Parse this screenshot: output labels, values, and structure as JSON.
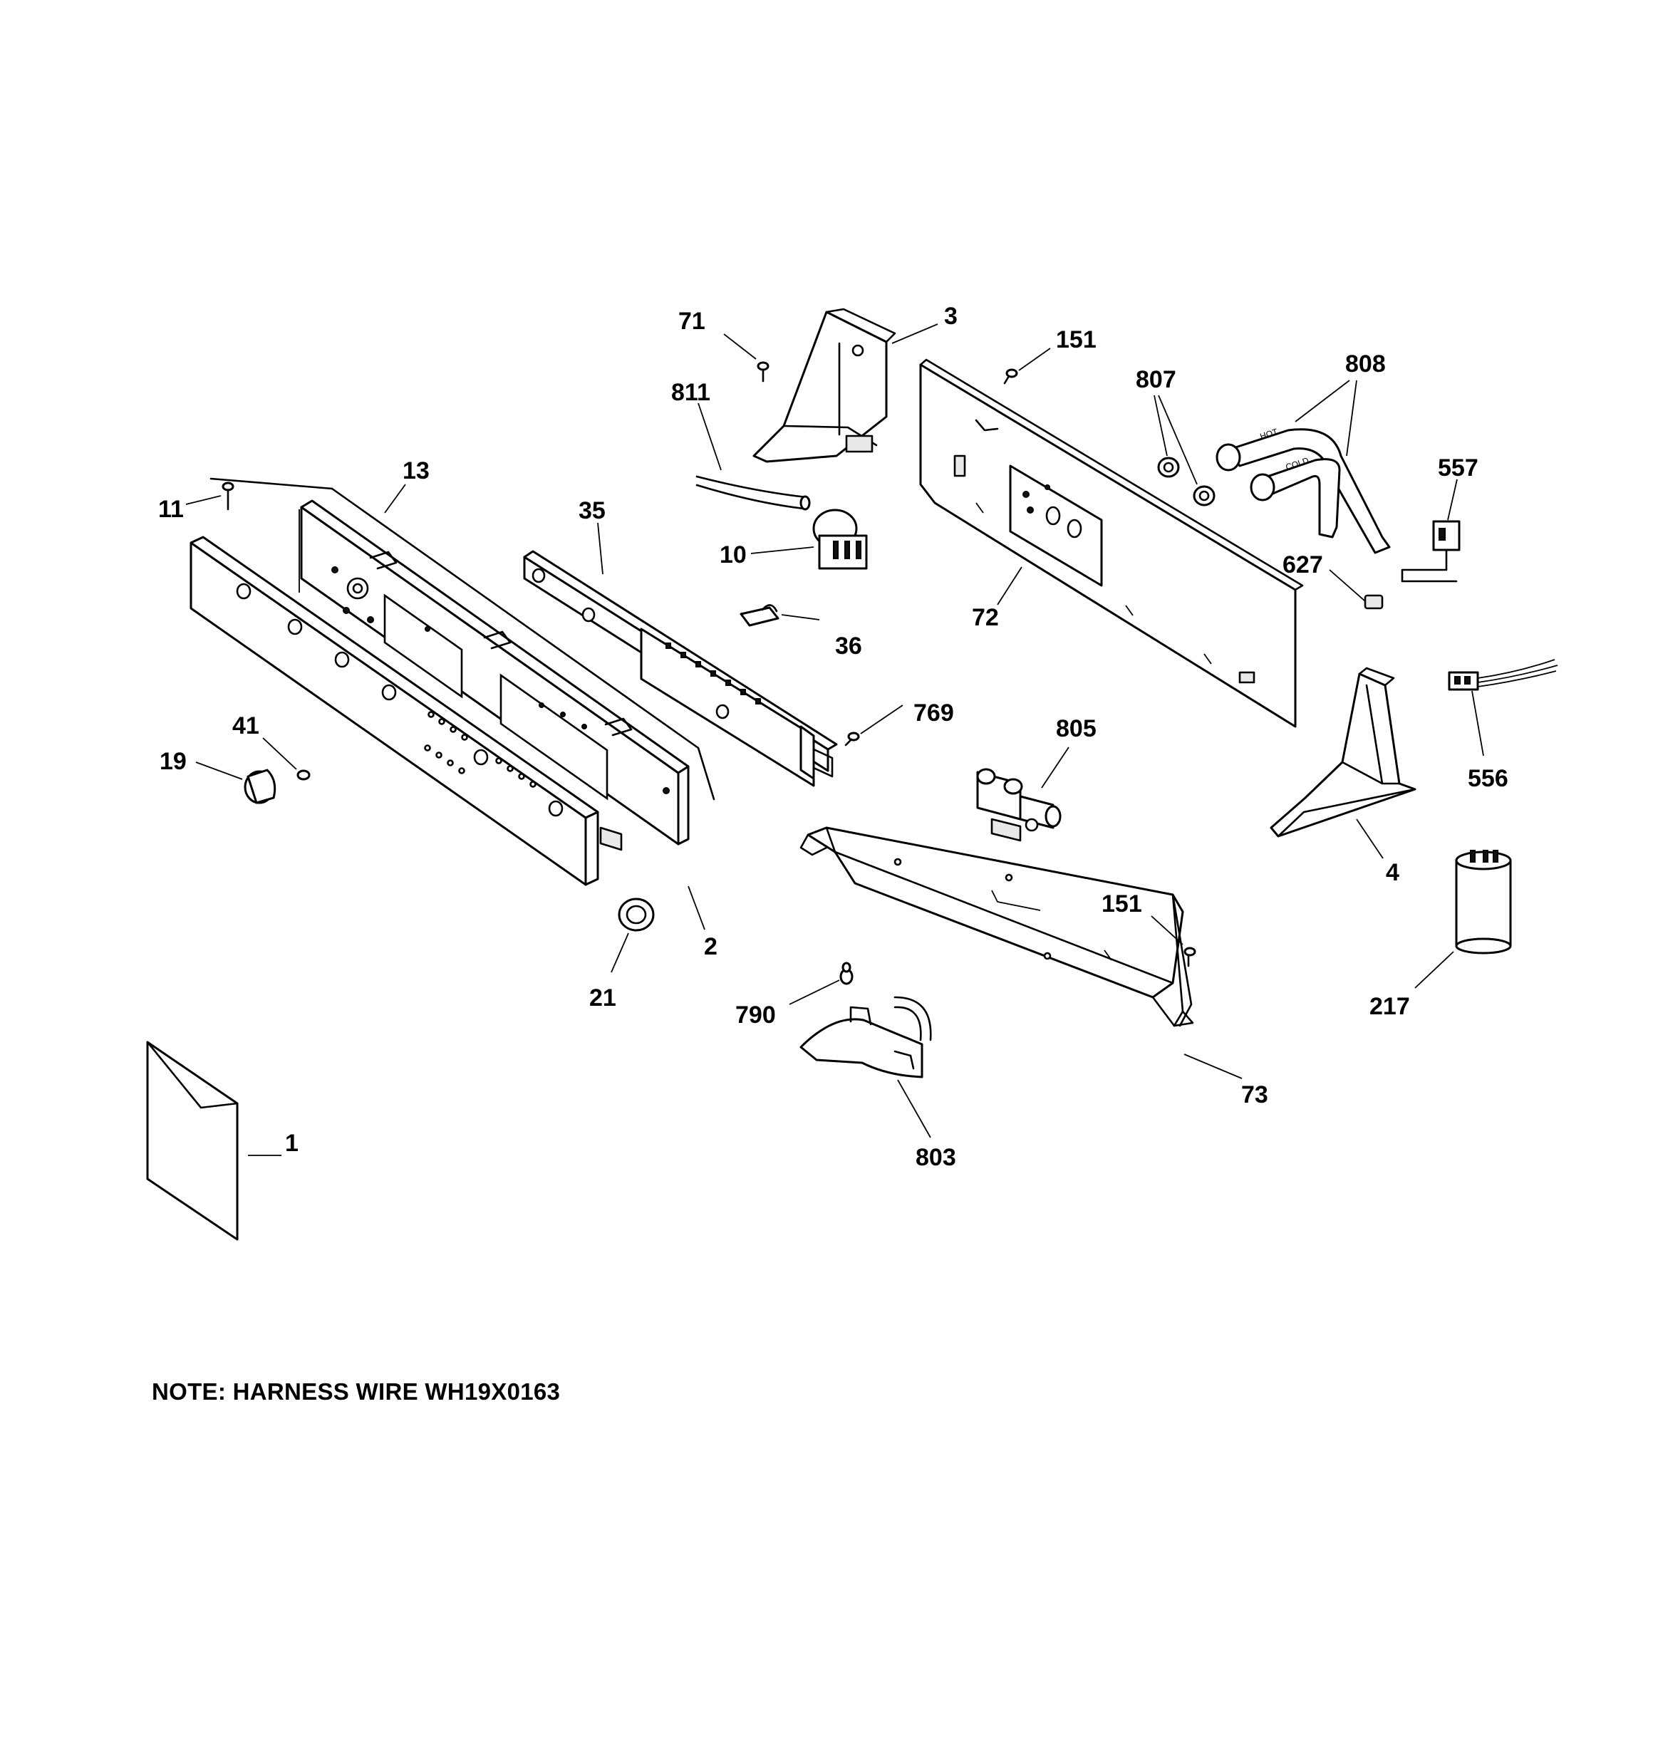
{
  "note": "NOTE: HARNESS WIRE WH19X0163",
  "hose_labels": {
    "hot": "HOT",
    "cold": "COLD"
  },
  "callouts": [
    {
      "id": "71",
      "text": "71"
    },
    {
      "id": "3",
      "text": "3"
    },
    {
      "id": "151a",
      "text": "151"
    },
    {
      "id": "807",
      "text": "807"
    },
    {
      "id": "808",
      "text": "808"
    },
    {
      "id": "811",
      "text": "811"
    },
    {
      "id": "557",
      "text": "557"
    },
    {
      "id": "13",
      "text": "13"
    },
    {
      "id": "11",
      "text": "11"
    },
    {
      "id": "35",
      "text": "35"
    },
    {
      "id": "10",
      "text": "10"
    },
    {
      "id": "627",
      "text": "627"
    },
    {
      "id": "36",
      "text": "36"
    },
    {
      "id": "72",
      "text": "72"
    },
    {
      "id": "769",
      "text": "769"
    },
    {
      "id": "41",
      "text": "41"
    },
    {
      "id": "805",
      "text": "805"
    },
    {
      "id": "19",
      "text": "19"
    },
    {
      "id": "556",
      "text": "556"
    },
    {
      "id": "4",
      "text": "4"
    },
    {
      "id": "151b",
      "text": "151"
    },
    {
      "id": "2",
      "text": "2"
    },
    {
      "id": "21",
      "text": "21"
    },
    {
      "id": "217",
      "text": "217"
    },
    {
      "id": "790",
      "text": "790"
    },
    {
      "id": "73",
      "text": "73"
    },
    {
      "id": "1",
      "text": "1"
    },
    {
      "id": "803",
      "text": "803"
    }
  ]
}
